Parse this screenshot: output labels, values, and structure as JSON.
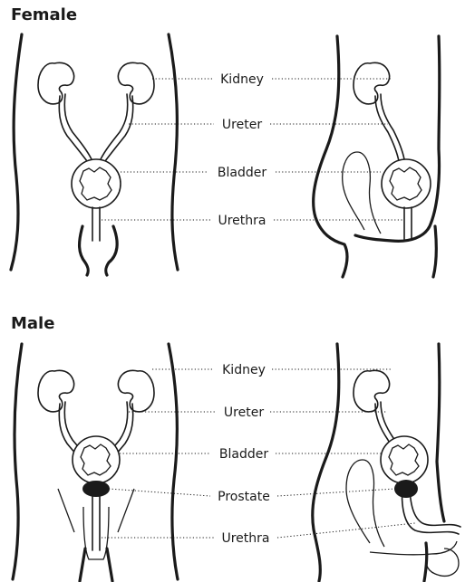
{
  "female": {
    "title": "Female",
    "labels": {
      "kidney": "Kidney",
      "ureter": "Ureter",
      "bladder": "Bladder",
      "urethra": "Urethra"
    }
  },
  "male": {
    "title": "Male",
    "labels": {
      "kidney": "Kidney",
      "ureter": "Ureter",
      "bladder": "Bladder",
      "prostate": "Prostate",
      "urethra": "Urethra"
    }
  },
  "colors": {
    "ink": "#1a1a1a",
    "background": "#ffffff"
  }
}
